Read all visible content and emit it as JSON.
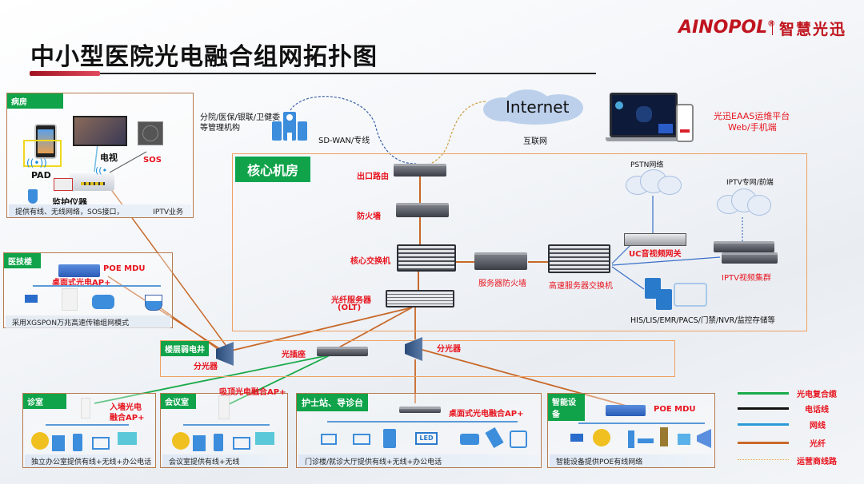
{
  "header": {
    "title": "中小型医院光电融合组网拓扑图",
    "brand": "AINOPOL",
    "brand_mark": "®",
    "brand_cn": "智慧光迅",
    "brand_color": "#c0141e"
  },
  "top": {
    "branch_label_line1": "分院/医保/银联/卫健委",
    "branch_label_line2": "等管理机构",
    "sdwan_label": "SD-WAN/专线",
    "internet_label": "Internet",
    "internet_cn": "互联网",
    "eaas_line1": "光迅EAAS运维平台",
    "eaas_line2": "Web/手机端"
  },
  "core_room": {
    "tag": "核心机房",
    "devices": {
      "router": "出口路由",
      "firewall": "防火墙",
      "core_switch": "核心交换机",
      "olt_line1": "光纤服务器",
      "olt_line2": "(OLT)",
      "server_firewall": "服务器防火墙",
      "server_switch": "高速服务器交换机",
      "uc_gateway": "UC音视频网关",
      "iptv_cluster": "IPTV视频集群",
      "storage": "HIS/LIS/EMR/PACS/门禁/NVR/监控存储等"
    },
    "clouds": {
      "pstn": "PSTN网络",
      "iptv": "IPTV专网/前端"
    }
  },
  "ward": {
    "tag": "病房",
    "tv": "电视",
    "sos": "SOS",
    "pad": "PAD",
    "monitor": "监护仪器",
    "caption": "提供有线、无线网络，SOS接口，",
    "caption_right": "IPTV业务"
  },
  "medtech": {
    "tag": "医技楼",
    "poe_mdu": "POE MDU",
    "ap": "桌面式光电AP+",
    "caption": "采用XGSPON万兆高速传输组网模式"
  },
  "floor_shaft": {
    "tag": "楼层弱电井",
    "splitter_left": "分光器",
    "socket": "光插座",
    "splitter_right": "分光器"
  },
  "clinic": {
    "tag": "诊室",
    "ap_line1": "入墙光电",
    "ap_line2": "融合AP+",
    "caption": "独立办公室提供有线+无线+办公电话"
  },
  "meeting": {
    "tag": "会议室",
    "ap": "吸顶光电融合AP+",
    "caption": "会议室提供有线+无线"
  },
  "nurse": {
    "tag": "护士站、导诊台",
    "ap": "桌面式光电融合AP+",
    "led": "LED",
    "caption": "门诊楼/就诊大厅提供有线+无线+办公电话"
  },
  "smart": {
    "tag": "智能设备",
    "poe_mdu": "POE MDU",
    "caption": "智能设备提供POE有线网络"
  },
  "legend": [
    {
      "label": "光电复合缆",
      "color": "#1aaa4a",
      "style": "solid"
    },
    {
      "label": "电话线",
      "color": "#111111",
      "style": "solid"
    },
    {
      "label": "网线",
      "color": "#2a9ad6",
      "style": "solid"
    },
    {
      "label": "光纤",
      "color": "#c8692a",
      "style": "solid"
    },
    {
      "label": "运营商线路",
      "color": "#e8a94a",
      "style": "dotted"
    }
  ]
}
